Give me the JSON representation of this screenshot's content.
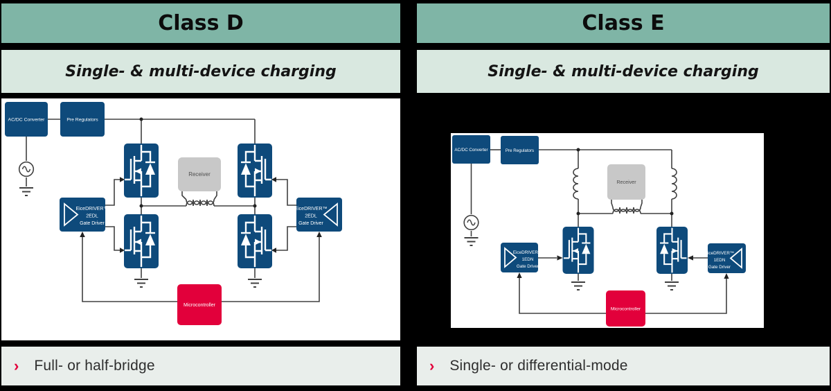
{
  "colors": {
    "background": "#000000",
    "panel_header_bg": "#7FB5A6",
    "panel_subtitle_bg": "#D9E8E0",
    "bullet_bar_bg": "#E9EEEB",
    "diagram_bg": "#FFFFFF",
    "box_blue": "#0E4A7B",
    "box_red": "#E2003B",
    "receiver_gray": "#C8C8C8",
    "wire": "#404040",
    "accent_red": "#E2003B"
  },
  "panels": [
    {
      "title": "Class D",
      "subtitle": "Single- & multi-device charging",
      "bullet_marker": "›",
      "bullet_text": "Full- or half-bridge",
      "blocks": {
        "acdc": "AC/DC Converter",
        "prereg": "Pre Regulators",
        "receiver": "Receiver",
        "micro": "Microcontroller",
        "driver_line1": "EiceDRIVER™",
        "driver_line2": "2EDL",
        "driver_line3": "Gate Driver"
      }
    },
    {
      "title": "Class E",
      "subtitle": "Single- & multi-device charging",
      "bullet_marker": "›",
      "bullet_text": "Single- or differential-mode",
      "blocks": {
        "acdc": "AC/DC Converter",
        "prereg": "Pre Regulators",
        "receiver": "Receiver",
        "micro": "Microcontroller",
        "driver_line1": "EiceDRIVER™",
        "driver_line2": "1EDN",
        "driver_line3": "Gate Driver"
      }
    }
  ]
}
